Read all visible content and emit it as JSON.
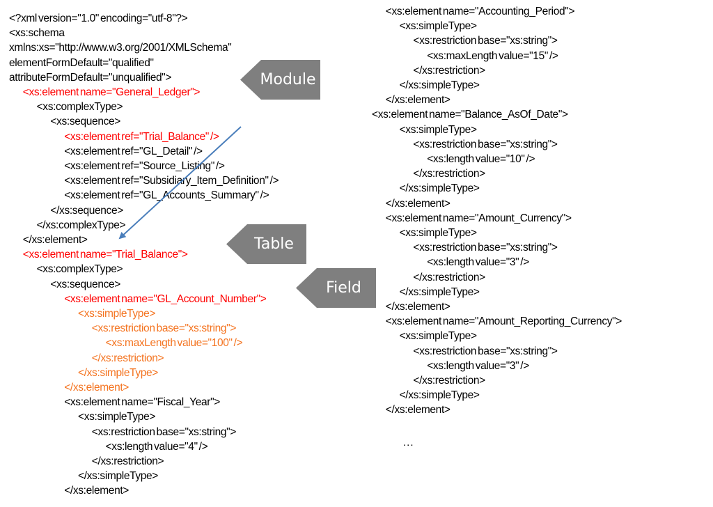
{
  "left_code": [
    {
      "text": "<?xml version=\"1.0\" encoding=\"utf-8\"?>",
      "indent": 0,
      "color": "black"
    },
    {
      "text": "<xs:schema",
      "indent": 0,
      "color": "black"
    },
    {
      "text": "xmlns:xs=\"http://www.w3.org/2001/XMLSchema\"",
      "indent": 0,
      "color": "black"
    },
    {
      "text": "elementFormDefault=\"qualified\"",
      "indent": 0,
      "color": "black"
    },
    {
      "text": "attributeFormDefault=\"unqualified\">",
      "indent": 0,
      "color": "black"
    },
    {
      "text": "<xs:element name=\"General_Ledger\">",
      "indent": 1,
      "color": "red"
    },
    {
      "text": "<xs:complexType>",
      "indent": 2,
      "color": "black"
    },
    {
      "text": "<xs:sequence>",
      "indent": 3,
      "color": "black"
    },
    {
      "text": "<xs:element ref=\"Trial_Balance\" />",
      "indent": 4,
      "color": "red"
    },
    {
      "text": "<xs:element ref=\"GL_Detail\" />",
      "indent": 4,
      "color": "black"
    },
    {
      "text": "<xs:element ref=\"Source_Listing\" />",
      "indent": 4,
      "color": "black"
    },
    {
      "text": "<xs:element ref=\"Subsidiary_Item_Definition\" />",
      "indent": 4,
      "color": "black"
    },
    {
      "text": "<xs:element ref=\"GL_Accounts_Summary\" />",
      "indent": 4,
      "color": "black"
    },
    {
      "text": "</xs:sequence>",
      "indent": 3,
      "color": "black"
    },
    {
      "text": "</xs:complexType>",
      "indent": 2,
      "color": "black"
    },
    {
      "text": "</xs:element>",
      "indent": 1,
      "color": "black"
    },
    {
      "text": "<xs:element name=\"Trial_Balance\">",
      "indent": 1,
      "color": "red"
    },
    {
      "text": "<xs:complexType>",
      "indent": 2,
      "color": "black"
    },
    {
      "text": "<xs:sequence>",
      "indent": 3,
      "color": "black"
    },
    {
      "text": "<xs:element name=\"GL_Account_Number\">",
      "indent": 4,
      "color": "red"
    },
    {
      "text": "<xs:simpleType>",
      "indent": 5,
      "color": "orange"
    },
    {
      "text": "<xs:restriction base=\"xs:string\">",
      "indent": 6,
      "color": "orange"
    },
    {
      "text": "<xs:maxLength value=\"100\" />",
      "indent": 7,
      "color": "orange"
    },
    {
      "text": "</xs:restriction>",
      "indent": 6,
      "color": "orange"
    },
    {
      "text": "</xs:simpleType>",
      "indent": 5,
      "color": "orange"
    },
    {
      "text": "</xs:element>",
      "indent": 4,
      "color": "orange"
    },
    {
      "text": "<xs:element name=\"Fiscal_Year\">",
      "indent": 4,
      "color": "black"
    },
    {
      "text": "<xs:simpleType>",
      "indent": 5,
      "color": "black"
    },
    {
      "text": "<xs:restriction base=\"xs:string\">",
      "indent": 6,
      "color": "black"
    },
    {
      "text": "<xs:length value=\"4\" />",
      "indent": 7,
      "color": "black"
    },
    {
      "text": "</xs:restriction>",
      "indent": 6,
      "color": "black"
    },
    {
      "text": "</xs:simpleType>",
      "indent": 5,
      "color": "black"
    },
    {
      "text": "</xs:element>",
      "indent": 4,
      "color": "black"
    }
  ],
  "right_code": [
    {
      "text": "<xs:element name=\"Accounting_Period\">",
      "indent": 1,
      "color": "black"
    },
    {
      "text": "<xs:simpleType>",
      "indent": 2,
      "color": "black"
    },
    {
      "text": "<xs:restriction base=\"xs:string\">",
      "indent": 3,
      "color": "black"
    },
    {
      "text": "<xs:maxLength value=\"15\" />",
      "indent": 4,
      "color": "black"
    },
    {
      "text": "</xs:restriction>",
      "indent": 3,
      "color": "black"
    },
    {
      "text": "</xs:simpleType>",
      "indent": 2,
      "color": "black"
    },
    {
      "text": "</xs:element>",
      "indent": 1,
      "color": "black"
    },
    {
      "text": "<xs:element name=\"Balance_AsOf_Date\">",
      "indent": 0,
      "color": "black"
    },
    {
      "text": "<xs:simpleType>",
      "indent": 2,
      "color": "black"
    },
    {
      "text": "<xs:restriction base=\"xs:string\">",
      "indent": 3,
      "color": "black"
    },
    {
      "text": "<xs:length value=\"10\" />",
      "indent": 4,
      "color": "black"
    },
    {
      "text": "</xs:restriction>",
      "indent": 3,
      "color": "black"
    },
    {
      "text": "</xs:simpleType>",
      "indent": 2,
      "color": "black"
    },
    {
      "text": "</xs:element>",
      "indent": 1,
      "color": "black"
    },
    {
      "text": "<xs:element name=\"Amount_Currency\">",
      "indent": 1,
      "color": "black"
    },
    {
      "text": "<xs:simpleType>",
      "indent": 2,
      "color": "black"
    },
    {
      "text": "<xs:restriction base=\"xs:string\">",
      "indent": 3,
      "color": "black"
    },
    {
      "text": "<xs:length value=\"3\" />",
      "indent": 4,
      "color": "black"
    },
    {
      "text": "</xs:restriction>",
      "indent": 3,
      "color": "black"
    },
    {
      "text": "</xs:simpleType>",
      "indent": 2,
      "color": "black"
    },
    {
      "text": "</xs:element>",
      "indent": 1,
      "color": "black"
    },
    {
      "text": "<xs:element name=\"Amount_Reporting_Currency\">",
      "indent": 1,
      "color": "black"
    },
    {
      "text": "<xs:simpleType>",
      "indent": 2,
      "color": "black"
    },
    {
      "text": "<xs:restriction base=\"xs:string\">",
      "indent": 3,
      "color": "black"
    },
    {
      "text": "<xs:length value=\"3\" />",
      "indent": 4,
      "color": "black"
    },
    {
      "text": "</xs:restriction>",
      "indent": 3,
      "color": "black"
    },
    {
      "text": "</xs:simpleType>",
      "indent": 2,
      "color": "black"
    },
    {
      "text": "</xs:element>",
      "indent": 1,
      "color": "black"
    }
  ],
  "ellipsis": "...",
  "labels": {
    "module": "Module",
    "table": "Table",
    "field": "Field"
  },
  "colors": {
    "black": "#000000",
    "red": "#ff0000",
    "orange": "#f4731f",
    "label_bg": "#7f7f7f",
    "label_text": "#ffffff",
    "arrow": "#4a7ebb"
  },
  "arrow": {
    "from": "Trial_Balance reference",
    "to": "Trial_Balance element definition"
  }
}
